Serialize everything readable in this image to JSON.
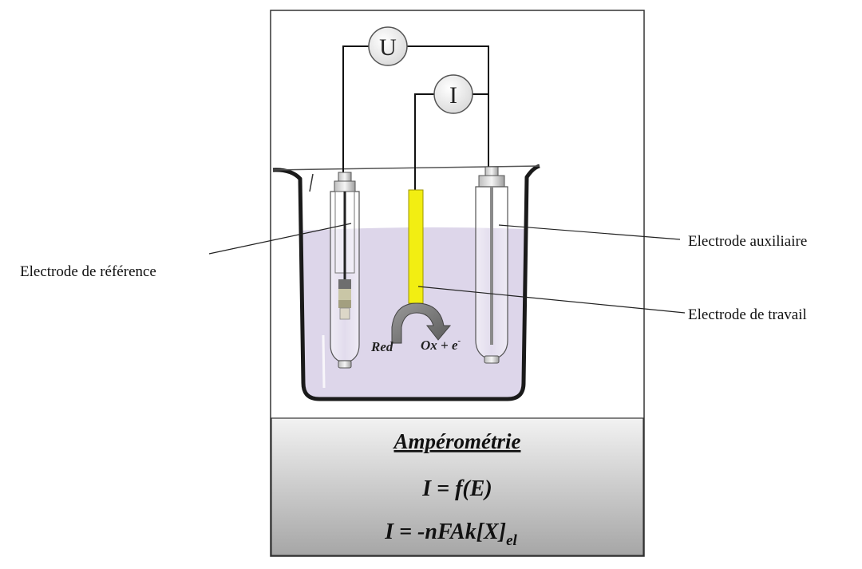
{
  "meters": {
    "voltage": "U",
    "current": "I"
  },
  "labels": {
    "reference": "Electrode de référence",
    "auxiliary": "Electrode auxiliaire",
    "working": "Electrode de travail"
  },
  "reaction": {
    "reactant": "Red",
    "product": "Ox + e",
    "product_sup": "-"
  },
  "formula_panel": {
    "title": "Ampérométrie",
    "eq1": "I = f(E)",
    "eq2_main": "I = -nFAk[X]",
    "eq2_sub": "el"
  },
  "colors": {
    "solution": "#ddd6ea",
    "working_electrode": "#f2ee12",
    "panel_gradient_top": "#f2f2f2",
    "panel_gradient_bottom": "#a6a6a6"
  }
}
